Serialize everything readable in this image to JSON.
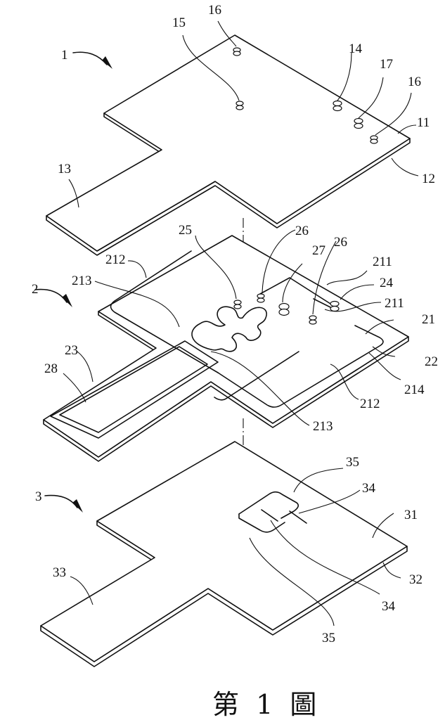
{
  "figure": {
    "caption": "第 1 圖",
    "parts": [
      {
        "id": "layer-1",
        "label": "1",
        "numerals": [
          "11",
          "12",
          "13",
          "14",
          "15",
          "16",
          "16",
          "17"
        ]
      },
      {
        "id": "layer-2",
        "label": "2",
        "numerals": [
          "21",
          "22",
          "23",
          "24",
          "25",
          "26",
          "26",
          "27",
          "28",
          "211",
          "211",
          "212",
          "212",
          "213",
          "213",
          "214"
        ]
      },
      {
        "id": "layer-3",
        "label": "3",
        "numerals": [
          "31",
          "32",
          "33",
          "34",
          "34",
          "35",
          "35"
        ]
      }
    ]
  },
  "labels": {
    "l1": "1",
    "l11": "11",
    "l12": "12",
    "l13": "13",
    "l14": "14",
    "l15": "15",
    "l16a": "16",
    "l16b": "16",
    "l17": "17",
    "l2": "2",
    "l21": "21",
    "l22": "22",
    "l23": "23",
    "l24": "24",
    "l25": "25",
    "l26a": "26",
    "l26b": "26",
    "l27": "27",
    "l28": "28",
    "l211a": "211",
    "l211b": "211",
    "l212a": "212",
    "l212b": "212",
    "l213a": "213",
    "l213b": "213",
    "l214": "214",
    "l3": "3",
    "l31": "31",
    "l32": "32",
    "l33": "33",
    "l34a": "34",
    "l34b": "34",
    "l35a": "35",
    "l35b": "35"
  }
}
